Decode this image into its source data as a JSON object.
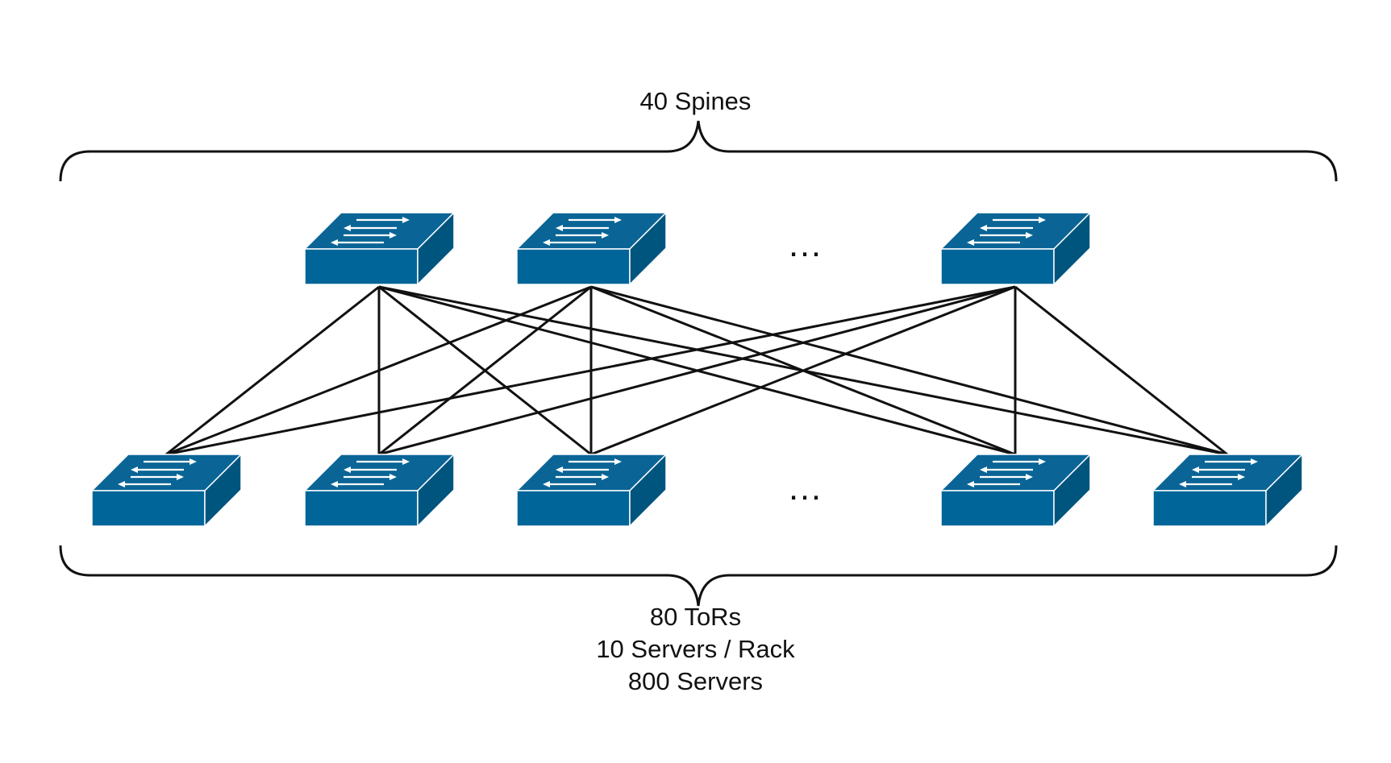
{
  "labels": {
    "spines": "40 Spines",
    "tors": "80 ToRs",
    "servers_per_rack": "10 Servers / Rack",
    "servers_total": "800 Servers",
    "spine_ellipsis": "…",
    "tor_ellipsis": "…"
  },
  "colors": {
    "switch_top": "#0A6596",
    "switch_front": "#006699",
    "switch_side": "#00557F",
    "switch_edge": "#FFFFFF",
    "link": "#111111",
    "brace": "#111111"
  },
  "icons": {
    "switch": "network-switch-icon"
  },
  "spines": [
    {
      "id": "spine-1"
    },
    {
      "id": "spine-2"
    },
    {
      "id": "spine-n"
    }
  ],
  "tors": [
    {
      "id": "tor-1"
    },
    {
      "id": "tor-2"
    },
    {
      "id": "tor-3"
    },
    {
      "id": "tor-n-1"
    },
    {
      "id": "tor-n"
    }
  ],
  "links": [
    [
      "spine-1",
      "tor-1"
    ],
    [
      "spine-1",
      "tor-2"
    ],
    [
      "spine-1",
      "tor-3"
    ],
    [
      "spine-1",
      "tor-n-1"
    ],
    [
      "spine-1",
      "tor-n"
    ],
    [
      "spine-2",
      "tor-1"
    ],
    [
      "spine-2",
      "tor-2"
    ],
    [
      "spine-2",
      "tor-3"
    ],
    [
      "spine-2",
      "tor-n-1"
    ],
    [
      "spine-2",
      "tor-n"
    ],
    [
      "spine-n",
      "tor-1"
    ],
    [
      "spine-n",
      "tor-2"
    ],
    [
      "spine-n",
      "tor-3"
    ],
    [
      "spine-n",
      "tor-n-1"
    ],
    [
      "spine-n",
      "tor-n"
    ]
  ]
}
